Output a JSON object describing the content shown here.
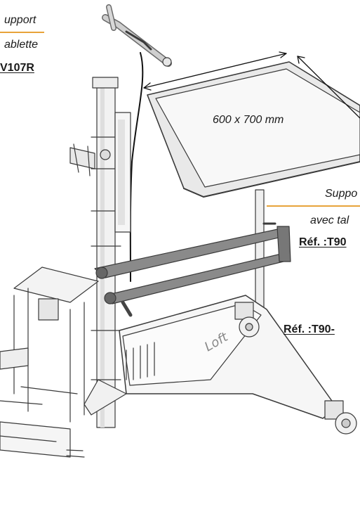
{
  "callout_left": {
    "line1": "upport",
    "line2": "ablette",
    "ref": "V107R"
  },
  "dimension_label": "600 x 700 mm",
  "callout_right": {
    "line1": "Suppo",
    "line2": "avec tal",
    "ref1": "Réf. :T90",
    "ref2": "Réf. :T90-"
  },
  "accent_color": "#e8a33a"
}
